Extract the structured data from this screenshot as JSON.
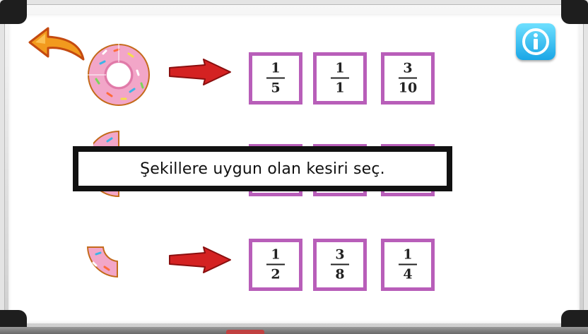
{
  "instruction": "Şekillere uygun olan kesiri seç.",
  "back_button": {
    "icon": "back-arrow-icon"
  },
  "info_button": {
    "icon": "info-icon"
  },
  "colors": {
    "card_border": "#b85eb9",
    "arrow": "#d42222",
    "back_arrow": "#f29a1e",
    "donut": "#f2a6c8",
    "info": "#1aa6e6"
  },
  "questions": [
    {
      "shape": "donut-whole",
      "shown_fraction": 1,
      "options": [
        {
          "num": "1",
          "den": "5"
        },
        {
          "num": "1",
          "den": "1"
        },
        {
          "num": "3",
          "den": "10"
        }
      ]
    },
    {
      "shape": "donut-partial",
      "shown_fraction": 0.5,
      "options": [
        {
          "num": "",
          "den": ""
        },
        {
          "num": "",
          "den": ""
        },
        {
          "num": "",
          "den": ""
        }
      ]
    },
    {
      "shape": "donut-piece",
      "shown_fraction": 0.25,
      "options": [
        {
          "num": "1",
          "den": "2"
        },
        {
          "num": "3",
          "den": "8"
        },
        {
          "num": "1",
          "den": "4"
        }
      ]
    }
  ]
}
